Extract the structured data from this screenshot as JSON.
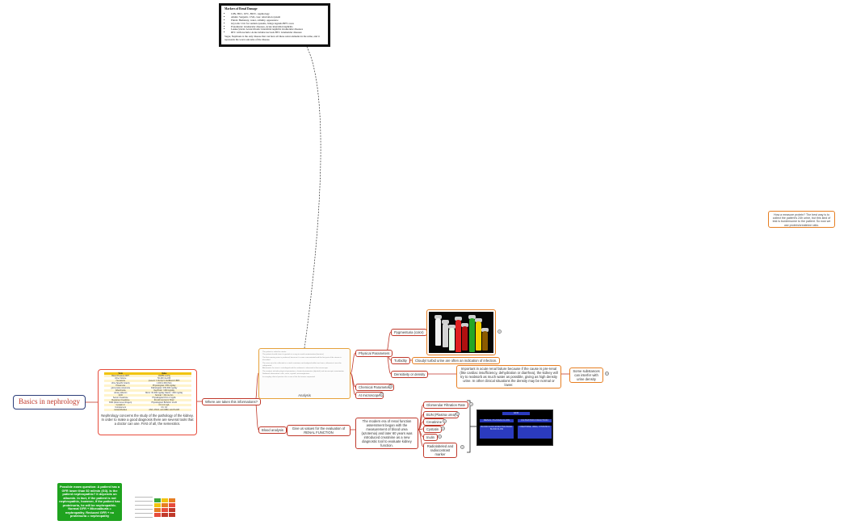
{
  "root": {
    "label": "Basics in nephrology"
  },
  "reference_card": {
    "title": "Markers of Renal Damage",
    "bullets": [
      "CrBr, BUC, UFC, BUN - nephrology",
      "Atkins: Sergenic, CSO, case: reluctation system",
      "Fluids: Hematury, water, cellulity, appearance",
      "Glycolis: Uric for sudden systems, brings legends BPY cores",
      "Proteinuria: Glomerular diseases, Acute interstitial nephritis",
      "Leukocyturia: Acute/chronic interstitial nephritis Glomerular diseases",
      "RTC with nocturia: Acute tubular necrosis BTC Glomerular diseases"
    ],
    "footer": "Sugar, Nephrons is the only disease that can have all these renal elements in the urine, and it represents the worst outcome of the disease."
  },
  "intro": {
    "table_headers": [
      "Term",
      "Value"
    ],
    "table_rows": [
      [
        "Blood Pressure BPT",
        "130/85 mmHg"
      ],
      [
        "Urine Volume",
        "50-200 mL/24h"
      ],
      [
        "Hematuria",
        "present: 3 rbc/hpf 3 rbc/Blood 0.BPF"
      ],
      [
        "Urine Specific Gravity",
        "1.003-1.030 (SG)"
      ],
      [
        "Proteinuria",
        "Physiological <150 mg/day"
      ],
      [
        "glomerular proteinuria",
        "Pathological >150-300 mg/day"
      ],
      [
        "Albuminuria",
        "Nephrotic: >300 mg/day"
      ],
      [
        "urinary albumin",
        "Micro: 30-300 mg/day, Macro: >300 mg/day"
      ],
      [
        "GFR",
        "Normal: > 90 mL/min"
      ],
      [
        "Serum Creatinine",
        "Physiological 0.6-1.2 mg/dL"
      ],
      [
        "Clearance Creatinine",
        "90-120 mL/min/1.73m2"
      ],
      [
        "BUN (blood urea nitrogen)",
        "Physiological: BUN/sCr 10-20"
      ],
      [
        "Cystatin C",
        "0.6-1.0 mg/L"
      ],
      [
        "Complement",
        "C3, C4"
      ],
      [
        "Autoantibodies",
        "ANA, ANCA, anti-GBM, anti-PLA2R"
      ]
    ],
    "text": "Nephrology concerns the study of the pathology of the kidney. In order to make a good diagnosis there are several tools that a doctor can use. First of all, the semeiotics."
  },
  "branches": {
    "where": "Where are taken this informations?",
    "blood": "Blood analysis",
    "give_values": "Give us values for the evaluation of RENAL FUNCTION",
    "modern": "The modern era of renal function assessment began with the measurement of blood urea (azotemia) and later 60 years was introduced creatinine as a new diagnostic tool to evaluate kidney function.",
    "physical": "Physical Parameters",
    "chemical": "Chemical Parameters",
    "micro": "At microscope"
  },
  "analysis": {
    "lines": [
      "The patient is asked to urinate",
      "The patient should clean its genitals in a way to avoid contamination (bacteria)",
      "The first morning urine is preferred, because it is more concentrated and the first part of the stream is discarded",
      "The urine must be collected in a sterile container and analyzed within two hours, otherwise it must be refrigerated",
      "Afterwards, the urine is centrifuged and the sediment is observed at the microscope",
      "The analysis includes physical parameters, chemical parameters (dipstick) and microscopic examination",
      "Sediment observation: cells, casts, crystals, microorganisms",
      "In everyday clinical practice this is one of the first exams requested"
    ],
    "caption": "Analysis"
  },
  "physical": {
    "pigmenturia": "Pygmenturia (color)",
    "turbidity": "Turbidity",
    "turbidity_note": "Cloudy/ turbid urine are often an indication of infection.",
    "density": "Densitivity or density",
    "density_note": "Important in acute renal failure because if the cause is pre-renal (like cardiac insufficiency, dehydration or diarrhea), the kidney will try to reabsorb as much water as possible, giving as high density urine. In other clinical situations the density may be normal or lower.",
    "substances": "Some substances can interfer with urine density"
  },
  "renal_function": {
    "items": [
      "Glomerular Filtration Rate",
      "BUN (Plasma urea)",
      "Creatinine",
      "Cystatin",
      "Inulin",
      "Radiolabeled and radiocontrast marker"
    ]
  },
  "gfr_figure": {
    "top": "GFR",
    "left": "RENAL PLASMA FLOW",
    "right": "FILTRATION FRACTION",
    "left2": "BLOOD FLOW, EFFECTIVE RENAL BLOOD FLOW",
    "right2": "CREATININE, UREA, CYSTATIN C"
  },
  "side_note": "How a measure protein? The best way is to collect the patient's 24h urine, but this kind of test is burdensome to the patient. So now we use protein/creatinine ratio.",
  "green_card": {
    "text": "Possible exam question: A patient has a GFR lower than 60 ml/min (G3). Is the patient nephropathic? It depends on albumin. In fact, if the patient is not nephropathic, however, if the patient has proteinuria, he will be nephropathic. Normal GFR + Microalburia = nephropathy. Reduced GFR + no proteinuria = nephropathy"
  },
  "colors": {
    "branch": "#c0392b",
    "leaf_orange": "#e67e22",
    "root_border": "#2c3e7a",
    "green": "#1fa31f"
  }
}
